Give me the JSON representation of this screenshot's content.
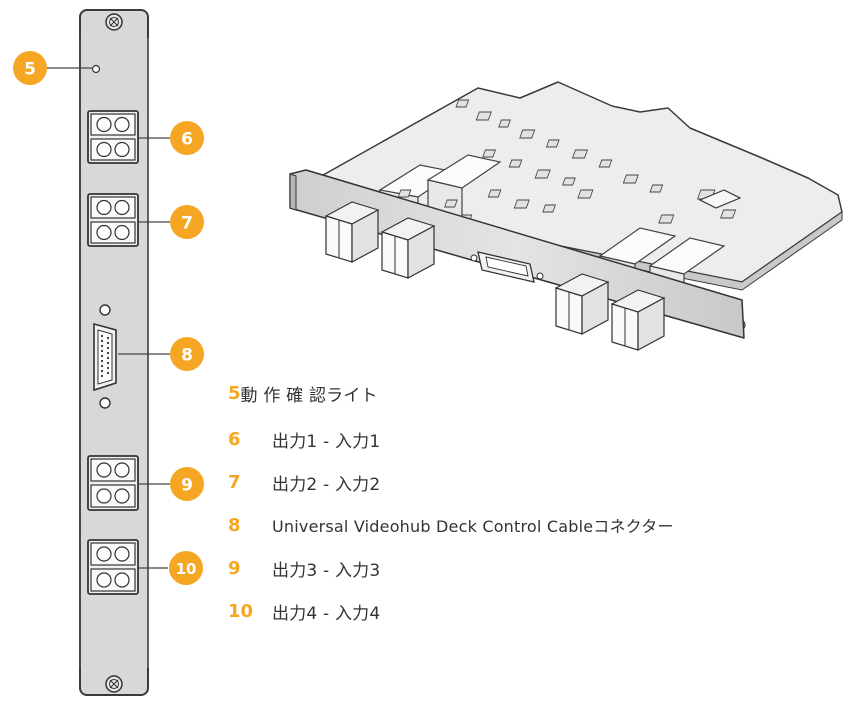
{
  "colors": {
    "accent": "#f5a623",
    "panel_fill": "#d6d6d6",
    "panel_stroke": "#3a3a3a",
    "text": "#333333"
  },
  "callouts": [
    {
      "number": "5"
    },
    {
      "number": "6"
    },
    {
      "number": "7"
    },
    {
      "number": "8"
    },
    {
      "number": "9"
    },
    {
      "number": "10"
    }
  ],
  "legend": [
    {
      "number": "5",
      "text": "動 作 確 認ライト"
    },
    {
      "number": "6",
      "text": "出力1 - 入力1"
    },
    {
      "number": "7",
      "text": "出力2 - 入力2"
    },
    {
      "number": "8",
      "text": "Universal Videohub Deck Control Cableコネクター"
    },
    {
      "number": "9",
      "text": "出力3 - 入力3"
    },
    {
      "number": "10",
      "text": "出力4 - 入力4"
    }
  ]
}
